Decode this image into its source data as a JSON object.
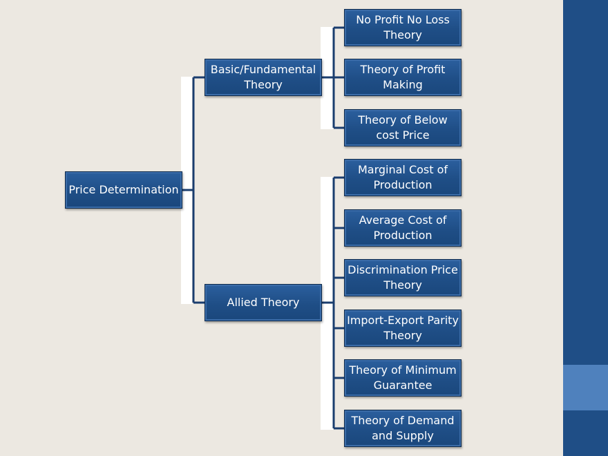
{
  "diagram": {
    "root": {
      "label": "Price Determination"
    },
    "branches": [
      {
        "label": "Basic/Fundamental\nTheory",
        "children": [
          "No Profit No Loss\nTheory",
          "Theory of Profit\nMaking",
          "Theory of Below\ncost Price"
        ]
      },
      {
        "label": "Allied Theory",
        "children": [
          "Marginal Cost of\nProduction",
          "Average Cost of\nProduction",
          "Discrimination Price\nTheory",
          "Import-Export Parity\nTheory",
          "Theory of Minimum\nGuarantee",
          "Theory of Demand\nand Supply"
        ]
      }
    ]
  },
  "colors": {
    "background": "#ece8e1",
    "box_fill": "#1f4e86",
    "connector": "#1a3d6e",
    "sidebar": "#1f4e86",
    "sidebar_accent": "#4f81bd"
  }
}
